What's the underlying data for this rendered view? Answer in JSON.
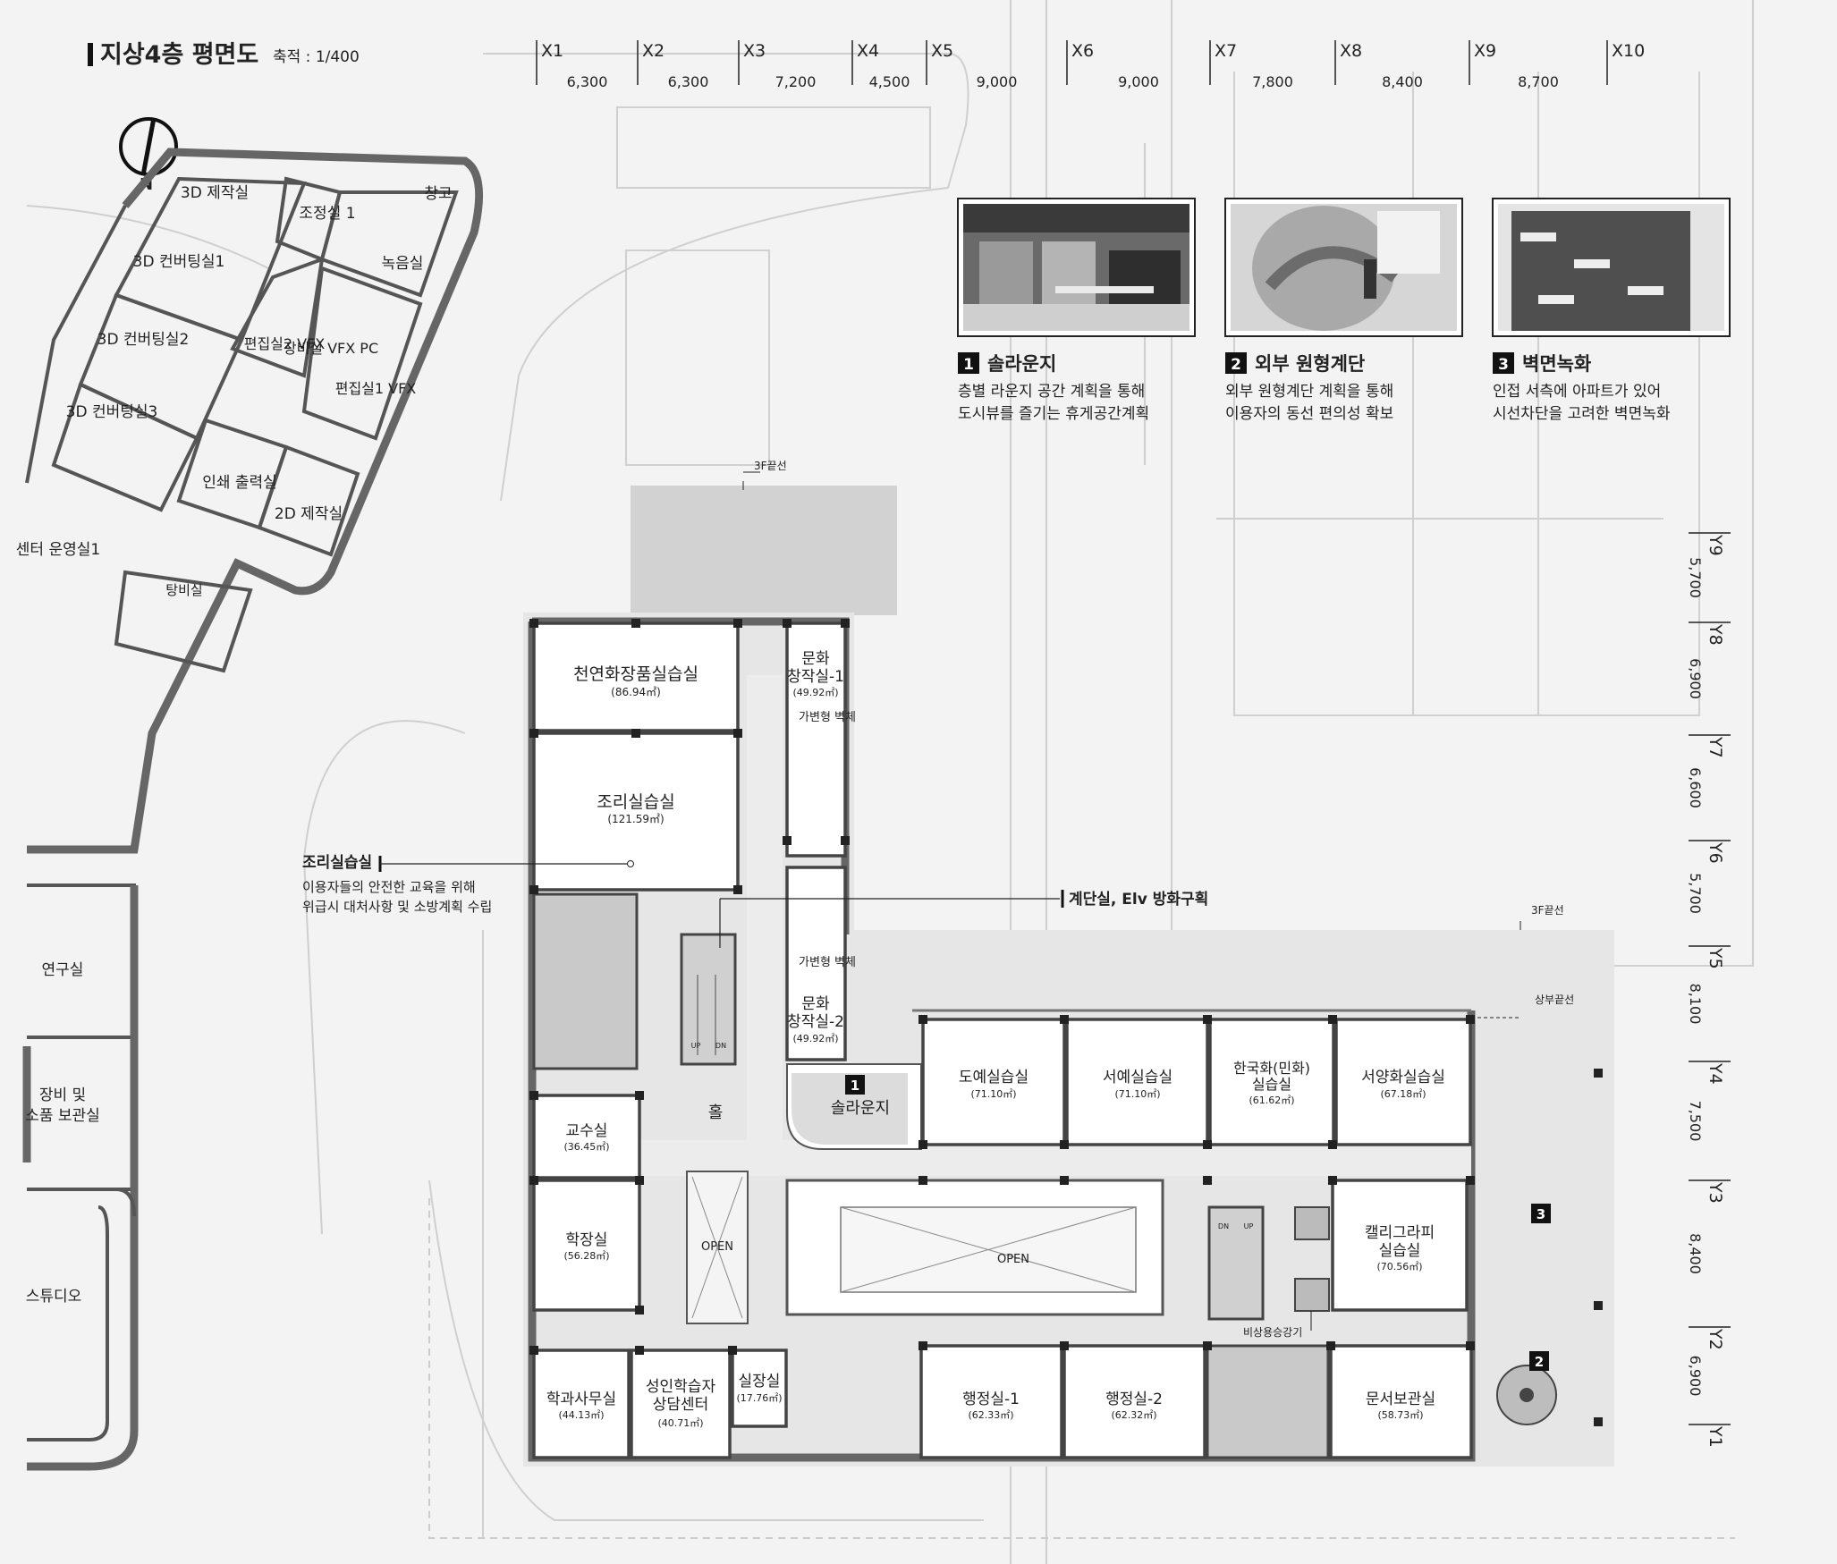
{
  "title": {
    "main": "지상4층 평면도",
    "scale": "축적 : 1/400"
  },
  "north": "N",
  "grid_x": [
    {
      "label": "X1",
      "dim": "6,300"
    },
    {
      "label": "X2",
      "dim": "6,300"
    },
    {
      "label": "X3",
      "dim": "7,200"
    },
    {
      "label": "X4",
      "dim": "4,500"
    },
    {
      "label": "X5",
      "dim": "9,000"
    },
    {
      "label": "X6",
      "dim": "9,000"
    },
    {
      "label": "X7",
      "dim": "7,800"
    },
    {
      "label": "X8",
      "dim": "8,400"
    },
    {
      "label": "X9",
      "dim": "8,700"
    },
    {
      "label": "X10",
      "dim": ""
    }
  ],
  "grid_y": [
    {
      "label": "Y9",
      "dim": "5,700"
    },
    {
      "label": "Y8",
      "dim": "6,900"
    },
    {
      "label": "Y7",
      "dim": "6,600"
    },
    {
      "label": "Y6",
      "dim": "5,700"
    },
    {
      "label": "Y5",
      "dim": "8,100"
    },
    {
      "label": "Y4",
      "dim": "7,500"
    },
    {
      "label": "Y3",
      "dim": "8,400"
    },
    {
      "label": "Y2",
      "dim": "6,900"
    },
    {
      "label": "Y1",
      "dim": ""
    }
  ],
  "features": [
    {
      "num": "1",
      "title": "솔라운지",
      "line1": "층별 라운지 공간 계획을 통해",
      "line2": "도시뷰를 즐기는 휴게공간계획"
    },
    {
      "num": "2",
      "title": "외부 원형계단",
      "line1": "외부 원형계단 계획을 통해",
      "line2": "이용자의 동선 편의성 확보"
    },
    {
      "num": "3",
      "title": "벽면녹화",
      "line1": "인접 서측에 아파트가 있어",
      "line2": "시선차단을 고려한 벽면녹화"
    }
  ],
  "notes": {
    "cooking": {
      "title": "조리실습실",
      "line1": "이용자들의 안전한 교육을 위해",
      "line2": "위급시 대처사항 및 소방계획 수립"
    },
    "stair": {
      "title": "계단실, Elv 방화구획"
    },
    "floor3_edge_a": "3F끝선",
    "floor3_edge_b": "3F끝선",
    "upper_edge": "상부끝선",
    "emergency_elv": "비상용승강기",
    "partition_a": "가변형 벽체",
    "partition_b": "가변형 벽체"
  },
  "left_wing": {
    "rooms": [
      "3D 제작실",
      "3D 컨버팅실1",
      "3D 컨버팅실2",
      "3D 컨버팅실3",
      "조정실 1",
      "녹음실",
      "창고",
      "편집실2 VFX",
      "장비실 VFX PC",
      "편집실1 VFX",
      "인쇄 출력실",
      "2D 제작실",
      "센터 운영실1",
      "탕비실"
    ],
    "lower": [
      "연구실",
      "장비 및",
      "소품 보관실",
      "스튜디오"
    ]
  },
  "rooms": {
    "natural_cosmetics": {
      "name": "천연화장품실습실",
      "area": "(86.94㎡)"
    },
    "cooking": {
      "name": "조리실습실",
      "area": "(121.59㎡)"
    },
    "culture1": {
      "l1": "문화",
      "l2": "창작실-1",
      "area": "(49.92㎡)"
    },
    "culture2": {
      "l1": "문화",
      "l2": "창작실-2",
      "area": "(49.92㎡)"
    },
    "professor": {
      "name": "교수실",
      "area": "(36.45㎡)"
    },
    "dean": {
      "name": "학장실",
      "area": "(56.28㎡)"
    },
    "dept_office": {
      "name": "학과사무실",
      "area": "(44.13㎡)"
    },
    "adult": {
      "l1": "성인학습자",
      "l2": "상담센터",
      "area": "(40.71㎡)"
    },
    "room_head": {
      "name": "실장실",
      "area": "(17.76㎡)"
    },
    "hall": "홀",
    "lounge": "솔라운지",
    "ceramics": {
      "name": "도예실습실",
      "area": "(71.10㎡)"
    },
    "calligraphy": {
      "name": "서예실습실",
      "area": "(71.10㎡)"
    },
    "korean_art": {
      "l1": "한국화(민화)",
      "l2": "실습실",
      "area": "(61.62㎡)"
    },
    "western_art": {
      "name": "서양화실습실",
      "area": "(67.18㎡)"
    },
    "calli2": {
      "l1": "캘리그라피",
      "l2": "실습실",
      "area": "(70.56㎡)"
    },
    "admin1": {
      "name": "행정실-1",
      "area": "(62.33㎡)"
    },
    "admin2": {
      "name": "행정실-2",
      "area": "(62.32㎡)"
    },
    "archive": {
      "name": "문서보관실",
      "area": "(58.73㎡)"
    },
    "open_small": "OPEN",
    "open_big": "OPEN",
    "up": "UP",
    "dn": "DN"
  },
  "colors": {
    "wall": "#555555",
    "room_fill": "#ffffff",
    "background": "#f4f4f4",
    "accent": "#111111"
  }
}
